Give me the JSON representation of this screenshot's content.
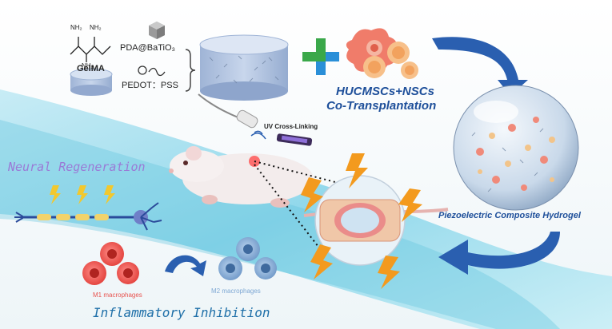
{
  "materials": {
    "gelma": "GelMA",
    "pda_batio3": "PDA@BaTiO₃",
    "pedot_pss": "PEDOT：PSS",
    "nh2_labels": [
      "NH₂",
      "NH₂",
      "NH₂"
    ]
  },
  "cells": {
    "cotransplant_line1": "HUCMSCs+NSCs",
    "cotransplant_line2": "Co-Transplantation"
  },
  "process": {
    "uv_crosslinking": "UV Cross-Linking"
  },
  "hydrogel": {
    "label": "Piezoelectric Composite Hydrogel"
  },
  "outcomes": {
    "neural_regeneration": "Neural Regeneration",
    "inflammatory_inhibition": "Inflammatory Inhibition",
    "m1": "M1 macrophages",
    "m2": "M2 macrophages"
  },
  "colors": {
    "band": "#8fd8ea",
    "arrow_blue": "#2a5fb0",
    "plus_green": "#3aa84a",
    "plus_blue": "#2a8fd8",
    "lightning": "#f39a1e",
    "m1_red": "#e8534f",
    "m2_blue": "#7fa8d4",
    "neural_text": "#9a7ad6",
    "inflam_text": "#1e6fa8",
    "hydrogel_label": "#1e4f9a"
  }
}
